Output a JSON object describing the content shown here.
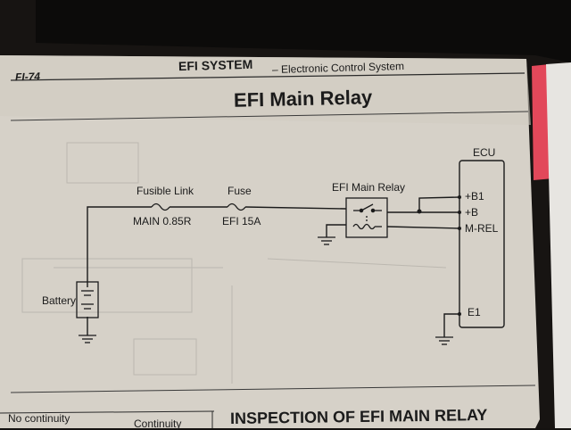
{
  "header": {
    "page_number": "FI-74",
    "system_title": "EFI SYSTEM",
    "system_subtitle": "– Electronic Control System"
  },
  "section": {
    "title": "EFI Main Relay"
  },
  "diagram": {
    "fusible_link_label": "Fusible Link",
    "fusible_link_rating": "MAIN 0.85R",
    "fuse_label": "Fuse",
    "fuse_rating": "EFI 15A",
    "relay_label": "EFI Main Relay",
    "battery_label": "Battery",
    "ecu_label": "ECU",
    "ecu_terminals": [
      "+B1",
      "+B",
      "M-REL",
      "E1"
    ]
  },
  "bottom": {
    "title": "INSPECTION OF EFI MAIN RELAY",
    "left_tab": "No continuity",
    "right_tab": "Continuity"
  },
  "colors": {
    "paper": "#d6d1c8",
    "ink": "#1b1b1b",
    "binder_tab": "#e2485a"
  }
}
